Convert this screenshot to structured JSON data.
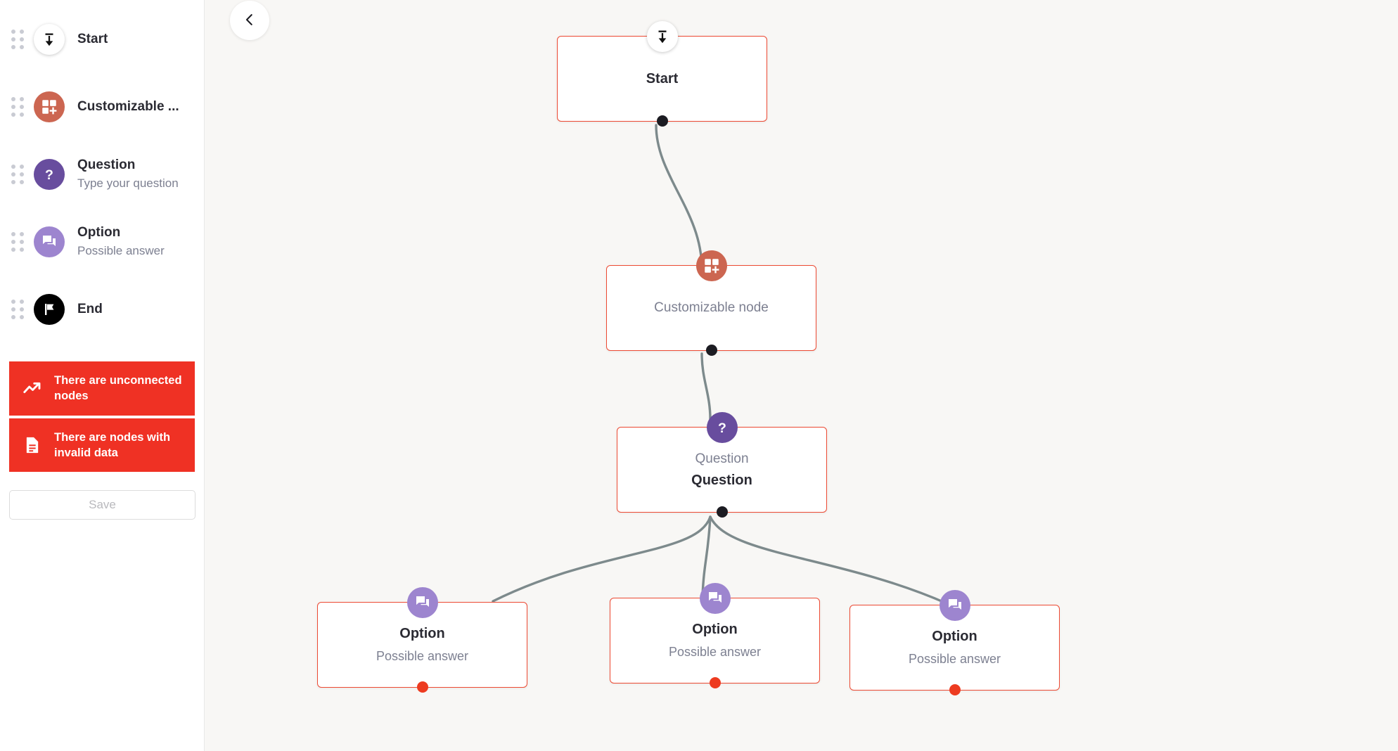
{
  "sidebar": {
    "palette": [
      {
        "title": "Start",
        "subtitle": "",
        "icon": "vertical-align-bottom-icon",
        "color": "#ffffff"
      },
      {
        "title": "Customizable ...",
        "subtitle": "",
        "icon": "add-widget-icon",
        "color": "#cc6651"
      },
      {
        "title": "Question",
        "subtitle": "Type your question",
        "icon": "question-mark-icon",
        "color": "#684d9e"
      },
      {
        "title": "Option",
        "subtitle": "Possible answer",
        "icon": "forum-icon",
        "color": "#9d85cf"
      },
      {
        "title": "End",
        "subtitle": "",
        "icon": "flag-icon",
        "color": "#000000"
      }
    ],
    "alerts": [
      {
        "text": "There are unconnected nodes",
        "icon": "trending-up-icon",
        "color": "#ef3124"
      },
      {
        "text": "There are nodes with invalid data",
        "icon": "document-icon",
        "color": "#ef3124"
      }
    ],
    "save_label": "Save"
  },
  "canvas": {
    "collapse_icon": "chevron-left-icon",
    "accent_border": "#ed4a33",
    "background": "#f8f7f5",
    "nodes": [
      {
        "id": "start",
        "title": "Start",
        "subtitle": "",
        "icon": "vertical-align-bottom-icon"
      },
      {
        "id": "customizable",
        "title": "Customizable node",
        "subtitle": "",
        "icon": "add-widget-icon"
      },
      {
        "id": "question",
        "title": "Question",
        "subtitle": "Question",
        "icon": "question-mark-icon"
      },
      {
        "id": "option-1",
        "title": "Option",
        "subtitle": "Possible answer",
        "icon": "forum-icon"
      },
      {
        "id": "option-2",
        "title": "Option",
        "subtitle": "Possible answer",
        "icon": "forum-icon"
      },
      {
        "id": "option-3",
        "title": "Option",
        "subtitle": "Possible answer",
        "icon": "forum-icon"
      }
    ]
  }
}
